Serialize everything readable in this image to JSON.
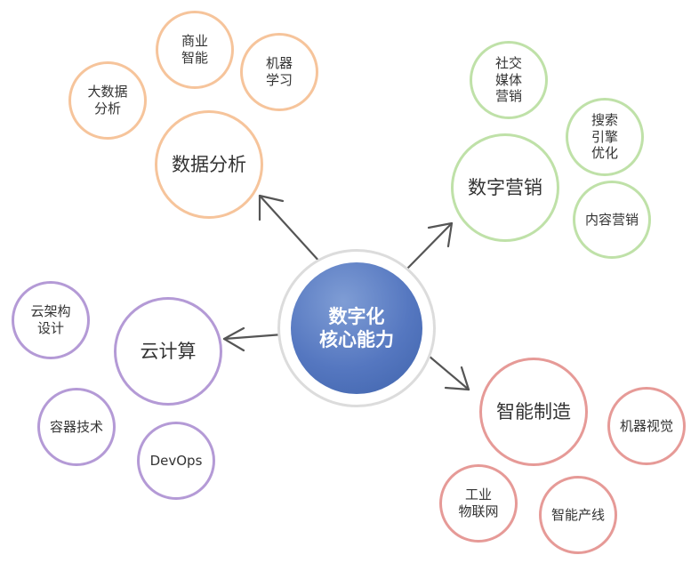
{
  "center": {
    "title": "数字化\n核心能力"
  },
  "colors": {
    "orange": "#f6c49b",
    "green": "#bfe1a8",
    "purple": "#b49ad6",
    "red": "#e69a97",
    "center": "#5577c0",
    "arrow": "#555555"
  },
  "branches": {
    "data_analysis": {
      "title": "数据分析",
      "items": [
        "大数据\n分析",
        "商业\n智能",
        "机器\n学习"
      ]
    },
    "digital_marketing": {
      "title": "数字营销",
      "items": [
        "社交\n媒体\n营销",
        "搜索\n引擎\n优化",
        "内容营销"
      ]
    },
    "cloud_computing": {
      "title": "云计算",
      "items": [
        "云架构\n设计",
        "容器技术",
        "DevOps"
      ]
    },
    "smart_manufacturing": {
      "title": "智能制造",
      "items": [
        "机器视觉",
        "工业\n物联网",
        "智能产线"
      ]
    }
  }
}
